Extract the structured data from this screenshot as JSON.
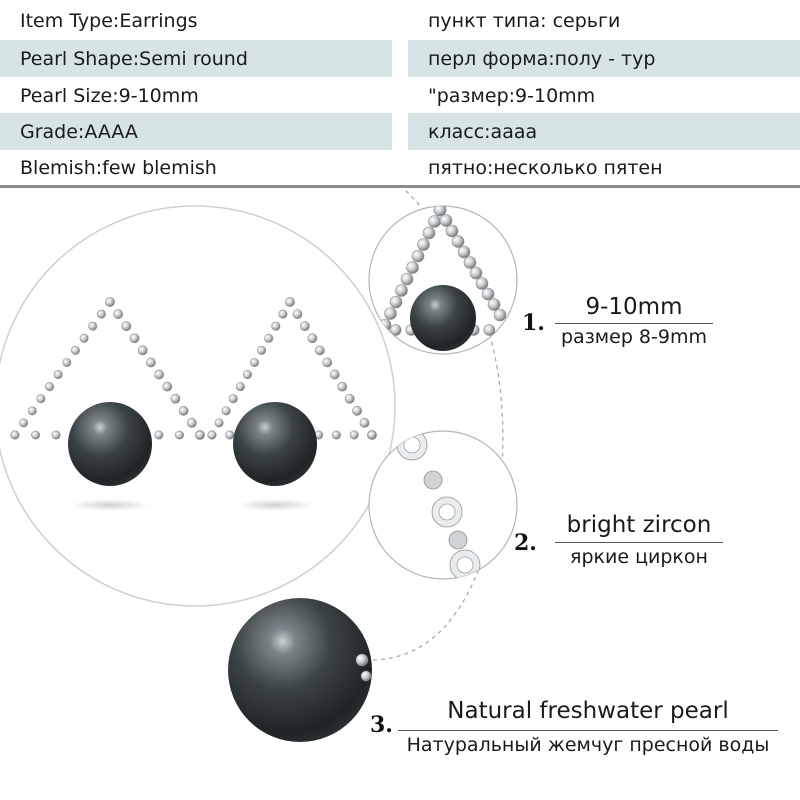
{
  "specs": {
    "rows": [
      {
        "en": "Item Type:Earrings",
        "ru": "пункт типа: серьги"
      },
      {
        "en": "Pearl Shape:Semi round",
        "ru": "перл форма:полу - тур"
      },
      {
        "en": "Pearl Size:9-10mm",
        "ru": "\"размер:9-10mm"
      },
      {
        "en": "Grade:AAAA",
        "ru": "класс:аааа"
      },
      {
        "en": "Blemish:few blemish",
        "ru": "пятно:несколько пятен"
      }
    ]
  },
  "features": [
    {
      "number": "1.",
      "title": "9-10mm",
      "subtitle": "размер 8-9mm"
    },
    {
      "number": "2.",
      "title": "bright zircon",
      "subtitle": "яркие циркон"
    },
    {
      "number": "3.",
      "title": "Natural freshwater pearl",
      "subtitle": "Натуральный жемчуг пресной воды"
    }
  ],
  "colors": {
    "row_shade": "#d6e4e6",
    "pearl": "#2e3437",
    "metal": "#c9ccce"
  }
}
